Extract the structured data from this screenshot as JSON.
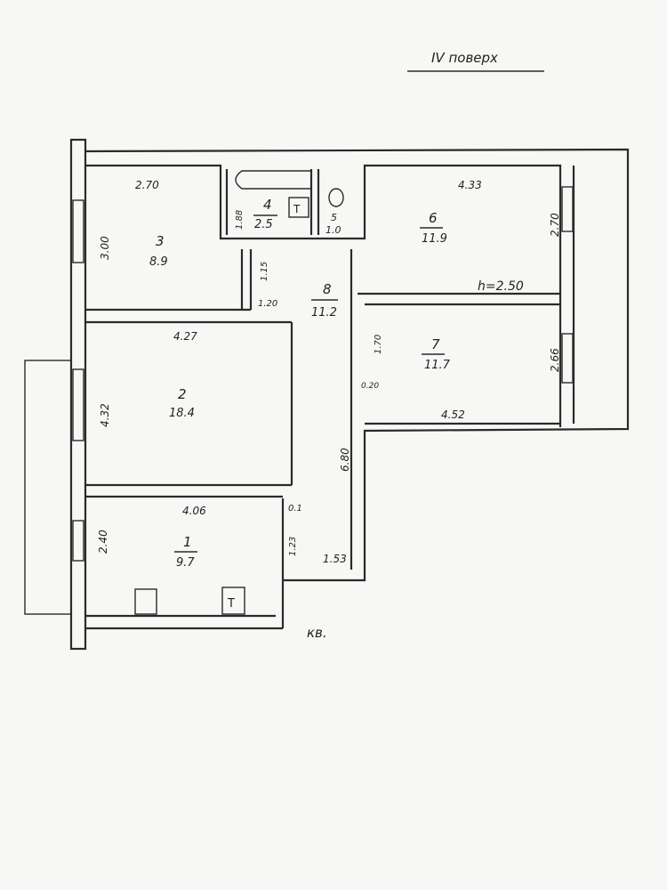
{
  "title": "IV поверх",
  "rooms": [
    {
      "number": "1",
      "area": "9.7"
    },
    {
      "number": "2",
      "area": "18.4"
    },
    {
      "number": "3",
      "area": "8.9"
    },
    {
      "number": "4",
      "area": "2.5"
    },
    {
      "number": "5",
      "area": "1.0"
    },
    {
      "number": "6",
      "area": "11.9"
    },
    {
      "number": "7",
      "area": "11.7"
    },
    {
      "number": "8",
      "area": "11.2"
    }
  ],
  "dimensions": {
    "r3_width": "2.70",
    "r3_height": "3.00",
    "r4_height": "1.88",
    "corr_115": "1.15",
    "corr_120": "1.20",
    "r6_width": "4.33",
    "r6_height": "2.70",
    "ceiling": "h=2.50",
    "r2_width": "4.27",
    "r2_height": "4.32",
    "r7_door": "1.70",
    "r7_020": "0.20",
    "r7_height": "2.66",
    "r7_width": "4.52",
    "corr_length": "6.80",
    "r1_width": "4.06",
    "r1_01": "0.1",
    "r1_123": "1.23",
    "r1_height": "2.40",
    "entry": "1.53"
  },
  "stove_label": "",
  "heater_label": "Т",
  "apartment_label": "кв."
}
